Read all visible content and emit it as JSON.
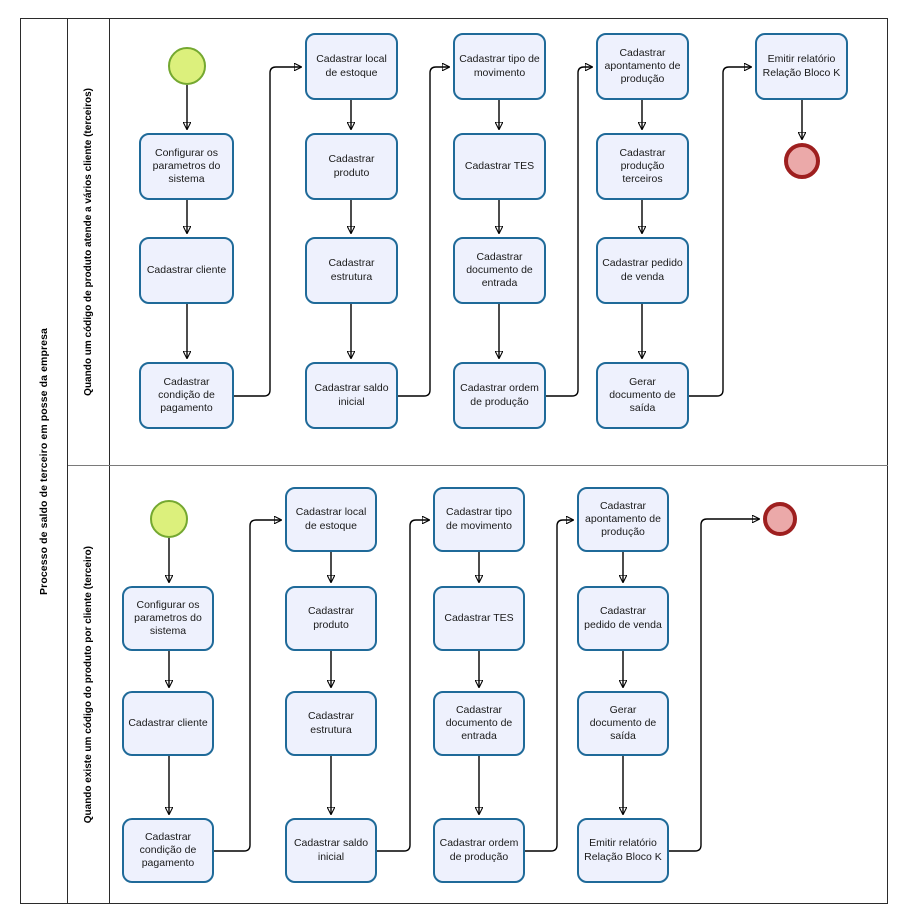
{
  "pool": {
    "title": "Processo de saldo de terceiro em posse da empresa"
  },
  "lanes": [
    {
      "id": "lane-1",
      "label": "Quando um código de produto atende a vários cliente (terceiros)"
    },
    {
      "id": "lane-2",
      "label": "Quando existe um código do produto por cliente (terceiro)"
    }
  ],
  "colors": {
    "task_fill": "#eef1fd",
    "task_border": "#1f6a99",
    "start_fill": "#dcf07c",
    "start_border": "#74a830",
    "end_fill": "#eba9a9",
    "end_border": "#9e1f1f",
    "frame": "#2b2b2b",
    "lane_divider": "#7a7a7a",
    "connector": "#000000"
  },
  "lane1": {
    "start_event": "start-event",
    "end_event": "end-event",
    "columns": [
      {
        "id": "col-1",
        "tasks": [
          "Configurar os parametros do sistema",
          "Cadastrar cliente",
          "Cadastrar condição de pagamento"
        ]
      },
      {
        "id": "col-2",
        "tasks": [
          "Cadastrar local de estoque",
          "Cadastrar produto",
          "Cadastrar estrutura",
          "Cadastrar saldo inicial"
        ]
      },
      {
        "id": "col-3",
        "tasks": [
          "Cadastrar tipo de movimento",
          "Cadastrar TES",
          "Cadastrar documento de entrada",
          "Cadastrar ordem de produção"
        ]
      },
      {
        "id": "col-4",
        "tasks": [
          "Cadastrar apontamento de produção",
          "Cadastrar produção terceiros",
          "Cadastrar pedido de venda",
          "Gerar documento de saída"
        ]
      },
      {
        "id": "col-5",
        "tasks": [
          "Emitir relatório Relação Bloco K"
        ]
      }
    ]
  },
  "lane2": {
    "start_event": "start-event",
    "end_event": "end-event",
    "columns": [
      {
        "id": "col-1",
        "tasks": [
          "Configurar os parametros do sistema",
          "Cadastrar cliente",
          "Cadastrar condição de pagamento"
        ]
      },
      {
        "id": "col-2",
        "tasks": [
          "Cadastrar local de estoque",
          "Cadastrar produto",
          "Cadastrar estrutura",
          "Cadastrar saldo inicial"
        ]
      },
      {
        "id": "col-3",
        "tasks": [
          "Cadastrar tipo de movimento",
          "Cadastrar TES",
          "Cadastrar documento de entrada",
          "Cadastrar ordem de produção"
        ]
      },
      {
        "id": "col-4",
        "tasks": [
          "Cadastrar apontamento de produção",
          "Cadastrar pedido de venda",
          "Gerar documento de saída",
          "Emitir relatório Relação Bloco K"
        ]
      }
    ]
  }
}
